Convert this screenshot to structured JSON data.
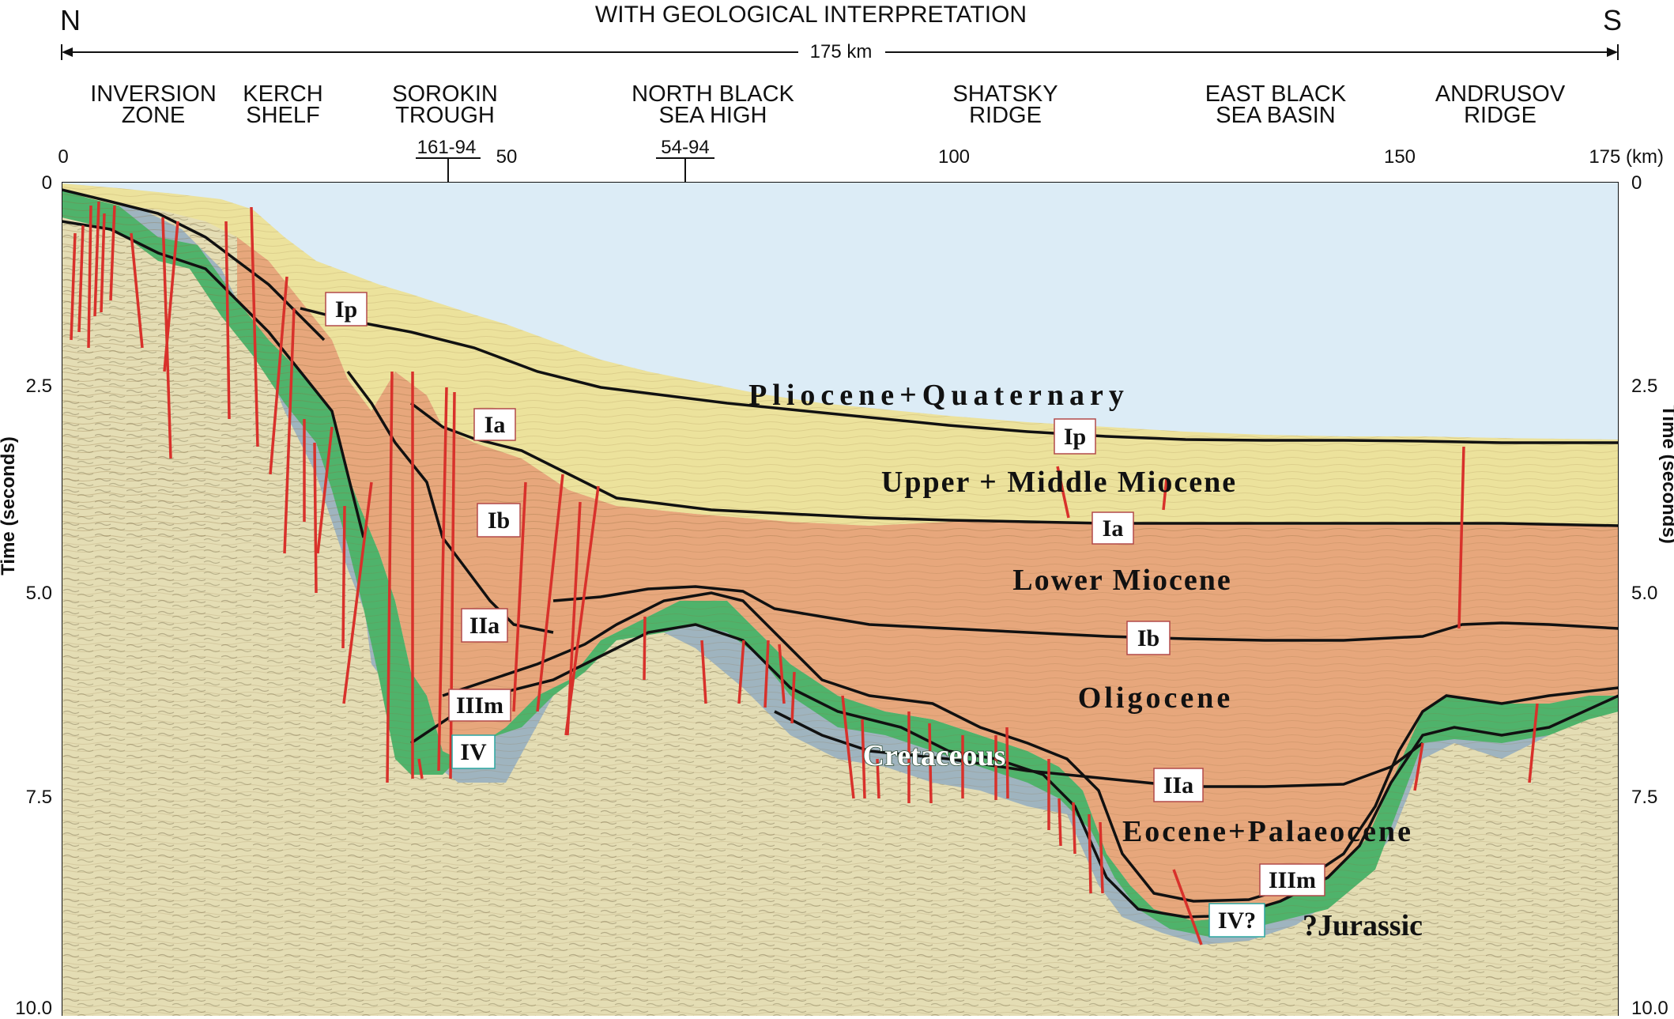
{
  "title": "WITH GEOLOGICAL INTERPRETATION",
  "direction": {
    "north": "N",
    "south": "S"
  },
  "scale_bar_label": "175 km",
  "zones": [
    {
      "line1": "INVERSION",
      "line2": "ZONE"
    },
    {
      "line1": "KERCH",
      "line2": "SHELF"
    },
    {
      "line1": "SOROKIN",
      "line2": "TROUGH"
    },
    {
      "line1": "NORTH BLACK",
      "line2": "SEA HIGH"
    },
    {
      "line1": "SHATSKY",
      "line2": "RIDGE"
    },
    {
      "line1": "EAST BLACK",
      "line2": "SEA BASIN"
    },
    {
      "line1": "ANDRUSOV",
      "line2": "RIDGE"
    }
  ],
  "crossing_lines": [
    "161-94",
    "54-94"
  ],
  "distance_ticks": [
    "0",
    "50",
    "100",
    "150",
    "175 (km)"
  ],
  "time_ticks": [
    "0",
    "2.5",
    "5.0",
    "7.5",
    "10.0"
  ],
  "time_axis_label": "Time (seconds)",
  "units": {
    "pliocene": "Pliocene+Quaternary",
    "upper_middle": "Upper + Middle  Miocene",
    "lower": "Lower Miocene",
    "oligocene": "Oligocene",
    "cretaceous": "Cretaceous",
    "eocene": "Eocene+Palaeocene",
    "jurassic": "?Jurassic"
  },
  "horizon_labels": {
    "ip_left": "Ip",
    "ia_left": "Ia",
    "ib_left": "Ib",
    "iia_left": "IIa",
    "iiim_left": "IIIm",
    "iv_left": "IV",
    "ip_right": "Ip",
    "ia_right": "Ia",
    "ib_right": "Ib",
    "iia_right": "IIa",
    "iiim_right": "IIIm",
    "iv_right": "IV?"
  },
  "colors": {
    "water": "#dcecf6",
    "pliocene": "#ece29c",
    "miocene": "#e7a77c",
    "cretaceous": "#4fb36b",
    "chalk_blue": "#9fb4bf",
    "basement": "#e4ddb4",
    "faults": "#d8312b"
  }
}
